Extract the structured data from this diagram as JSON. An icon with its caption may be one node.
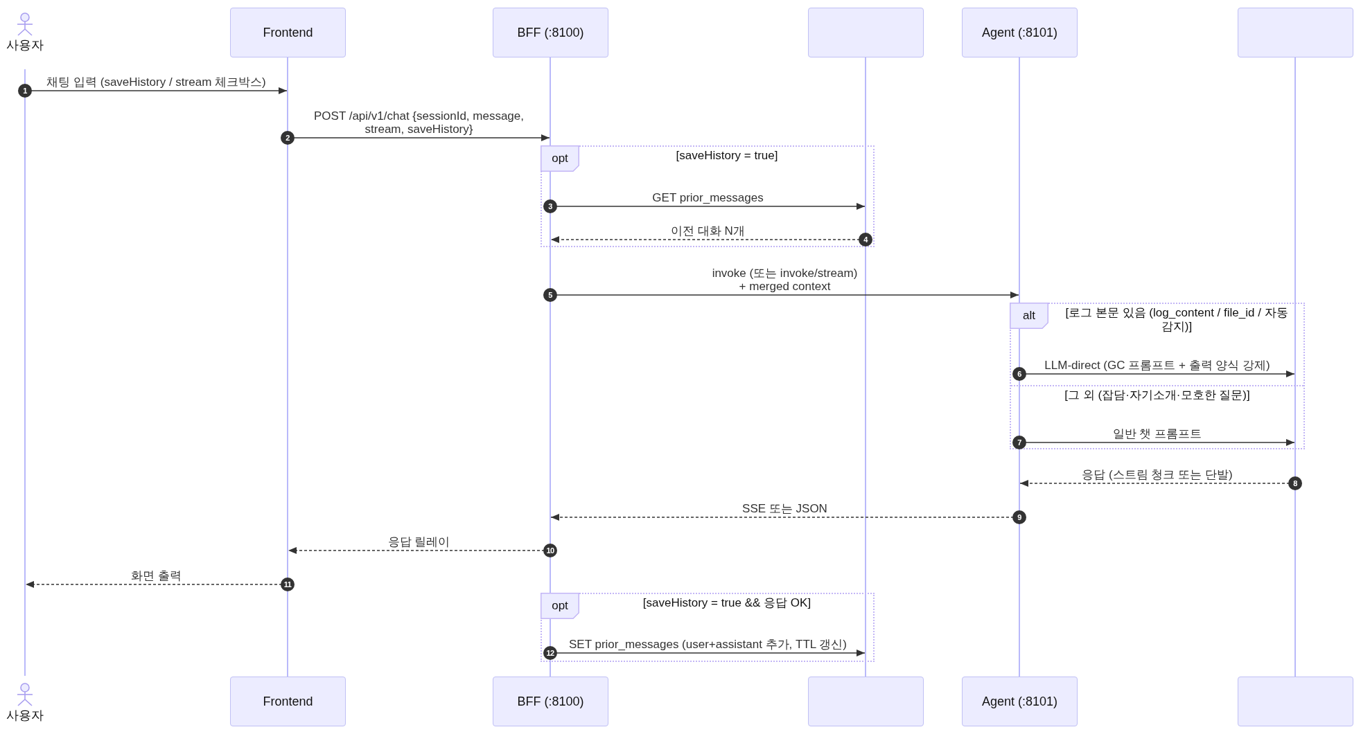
{
  "diagram": {
    "nodes": [
      {
        "text": [
          "사용자"
        ]
      },
      {
        "text": [
          "Frontend"
        ]
      },
      {
        "text": [
          "BFF (:8100)"
        ]
      },
      {
        "text": [],
        "shape": "box"
      },
      {
        "text": [
          "Agent (:8101)"
        ]
      },
      {
        "text": [],
        "shape": "box"
      },
      {
        "text": [],
        "shape": "bar"
      },
      {
        "text": [],
        "shape": "bar"
      },
      {
        "text": [],
        "shape": "bar"
      },
      {
        "text": [],
        "shape": "bar"
      },
      {
        "text": [],
        "shape": "bar"
      },
      {
        "text": [],
        "shape": "bar"
      },
      {
        "text": [
          "1"
        ]
      },
      {
        "text": [
          "2"
        ]
      },
      {
        "text": [
          "[saveHistory = true]"
        ]
      },
      {
        "text": [
          "opt"
        ],
        "in": 14
      },
      {
        "text": [
          "3"
        ],
        "in": 14
      },
      {
        "text": [
          "4"
        ],
        "in": 14
      },
      {
        "text": [
          "5"
        ]
      },
      {
        "text": [
          "[로그 본문 있음 (log_content / file_id / 자동 감지)]",
          "[그 외 (잡담·자기소개·모호한 질문)]"
        ]
      },
      {
        "text": [
          "alt"
        ],
        "in": 19
      },
      {
        "text": [
          "6"
        ],
        "in": 19
      },
      {
        "text": [
          "7"
        ],
        "in": 19
      },
      {
        "text": [
          "8"
        ]
      },
      {
        "text": [
          "9"
        ]
      },
      {
        "text": [
          "10"
        ]
      },
      {
        "text": [
          "11"
        ]
      },
      {
        "text": [
          "[saveHistory = true && 응답 OK]"
        ]
      },
      {
        "text": [
          "opt"
        ],
        "in": 27
      },
      {
        "text": [
          "12"
        ],
        "in": 27
      },
      {
        "text": [
          "사용자"
        ]
      },
      {
        "text": [
          "Frontend"
        ]
      },
      {
        "text": [
          "BFF (:8100)"
        ]
      },
      {
        "text": [],
        "shape": "box"
      },
      {
        "text": [
          "Agent (:8101)"
        ]
      },
      {
        "text": [],
        "shape": "box"
      }
    ],
    "edges": [
      {
        "from": 6,
        "to": 7,
        "arrow": "to",
        "label": "채팅 입력 (saveHistory / stream 체크박스)"
      },
      {
        "from": 7,
        "to": 8,
        "arrow": "to",
        "label": "POST /api/v1/chat {sessionId, message, stream, saveHistory}"
      },
      {
        "from": 8,
        "to": 9,
        "arrow": "to",
        "label": "GET prior_messages"
      },
      {
        "from": 9,
        "to": 8,
        "arrow": "to",
        "label": "이전 대화 N개",
        "style": "dashed"
      },
      {
        "from": 8,
        "to": 10,
        "arrow": "to",
        "label": "invoke (또는 invoke/stream) + merged context"
      },
      {
        "from": 10,
        "to": 11,
        "arrow": "to",
        "label": "LLM-direct (GC 프롬프트 + 출력 양식 강제)"
      },
      {
        "from": 10,
        "to": 11,
        "arrow": "to",
        "label": "일반 챗 프롬프트"
      },
      {
        "from": 11,
        "to": 10,
        "arrow": "to",
        "label": "응답 (스트림 청크 또는 단발)",
        "style": "dashed"
      },
      {
        "from": 10,
        "to": 8,
        "arrow": "to",
        "label": "SSE 또는 JSON",
        "style": "dashed"
      },
      {
        "from": 8,
        "to": 7,
        "arrow": "to",
        "label": "응답 릴레이",
        "style": "dashed"
      },
      {
        "from": 7,
        "to": 6,
        "arrow": "to",
        "label": "화면 출력",
        "style": "dashed"
      },
      {
        "from": 8,
        "to": 9,
        "arrow": "to",
        "label": "SET prior_messages (user+assistant 추가, TTL 갱신)"
      }
    ]
  }
}
